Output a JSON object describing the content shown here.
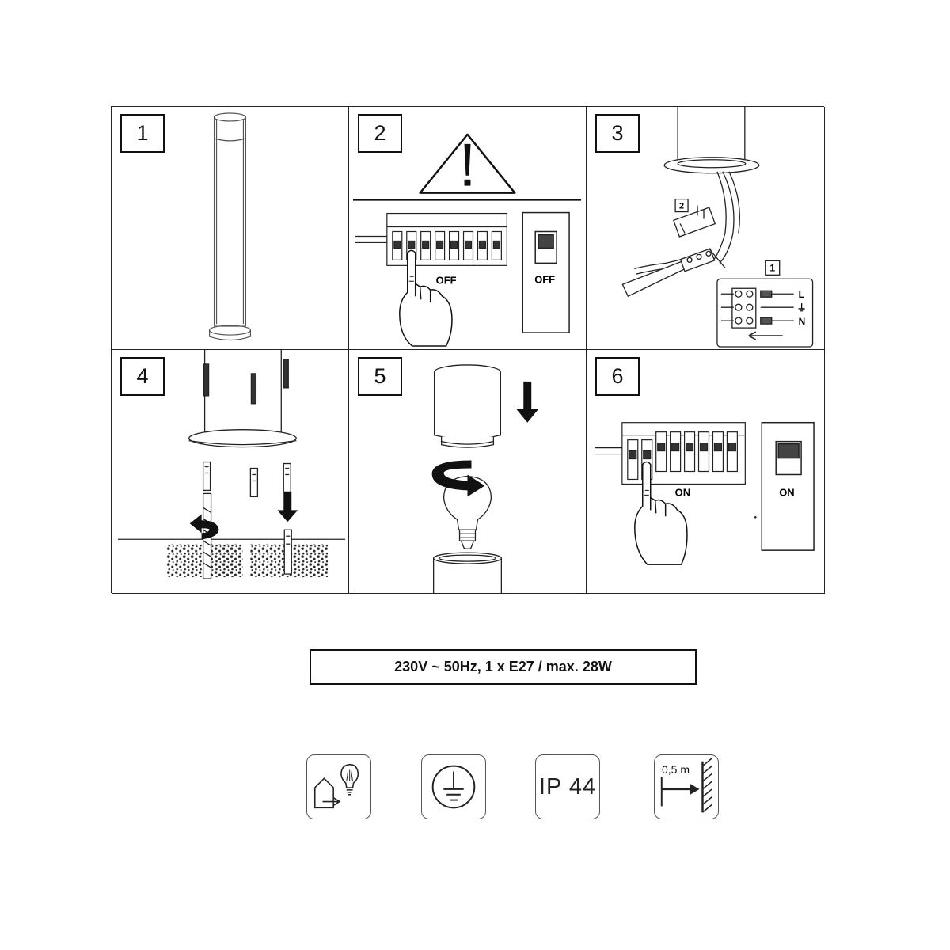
{
  "steps": [
    {
      "number": "1"
    },
    {
      "number": "2",
      "switch_label": "OFF",
      "box_label": "OFF"
    },
    {
      "number": "3",
      "callout_a": "1",
      "callout_b": "2",
      "terminal_labels": [
        "L",
        "⏚",
        "N"
      ]
    },
    {
      "number": "4"
    },
    {
      "number": "5"
    },
    {
      "number": "6",
      "switch_label": "ON",
      "box_label": "ON"
    }
  ],
  "spec": "230V ~ 50Hz, 1 x E27 / max. 28W",
  "icons": [
    {
      "name": "outdoor-lamp-icon"
    },
    {
      "name": "protective-earth-icon"
    },
    {
      "name": "ip-rating-icon",
      "label": "IP 44"
    },
    {
      "name": "min-distance-icon",
      "label": "0,5 m"
    }
  ]
}
